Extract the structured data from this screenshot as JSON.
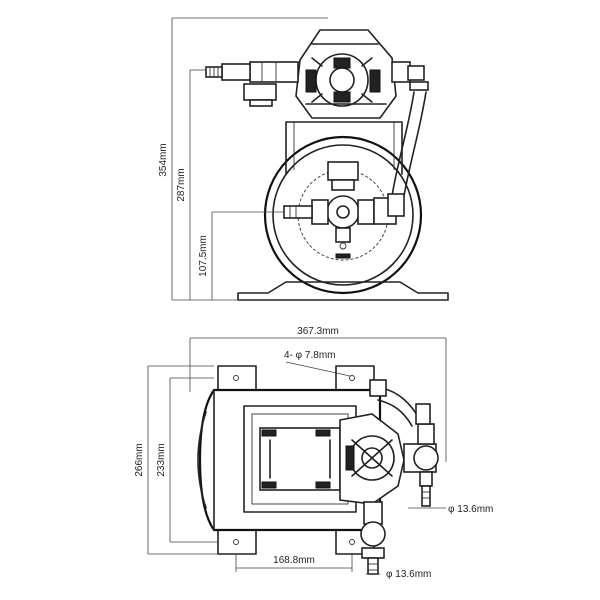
{
  "dimensions": {
    "overall_height": "354mm",
    "motor_height": "287mm",
    "inlet_height": "107.5mm",
    "overall_length": "367.3mm",
    "hole_spec": "4- φ 7.8mm",
    "overall_depth": "266mm",
    "mount_depth": "233mm",
    "outlet_dia": "φ 13.6mm",
    "inlet_dia": "φ 13.6mm",
    "mount_spacing": "168.8mm"
  }
}
